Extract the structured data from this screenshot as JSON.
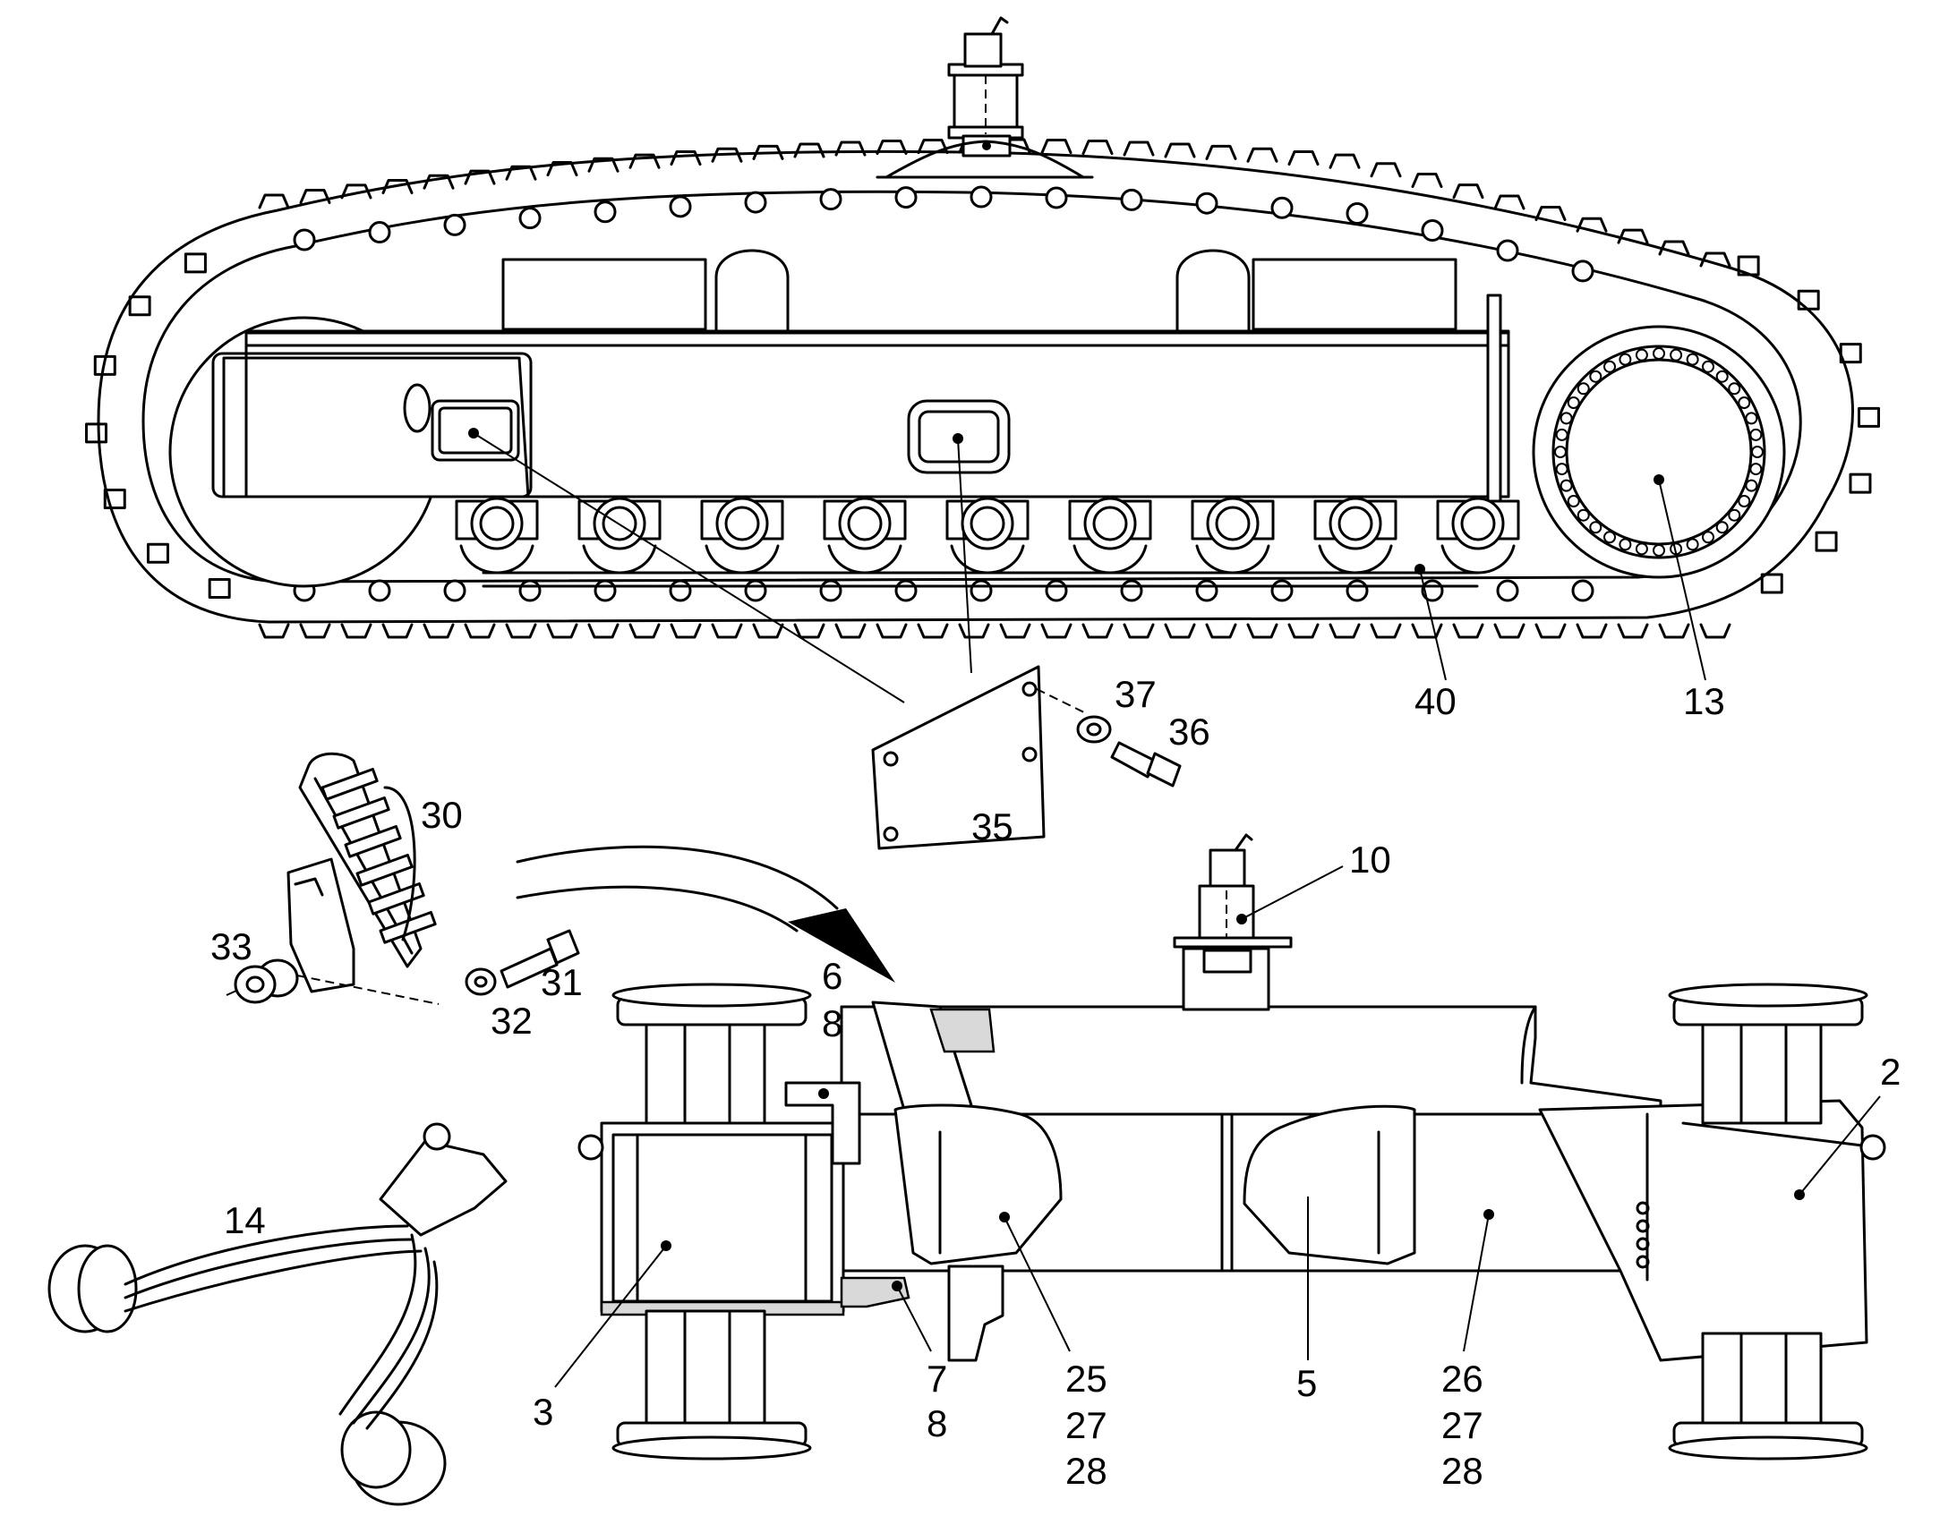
{
  "callouts": {
    "c2": "2",
    "c3": "3",
    "c5": "5",
    "c6": "6",
    "c7": "7",
    "c8a": "8",
    "c8b": "8",
    "c10": "10",
    "c13": "13",
    "c14": "14",
    "c25": "25",
    "c26": "26",
    "c27a": "27",
    "c27b": "27",
    "c28a": "28",
    "c28b": "28",
    "c30": "30",
    "c31": "31",
    "c32": "32",
    "c33": "33",
    "c35": "35",
    "c36": "36",
    "c37": "37",
    "c40": "40"
  }
}
